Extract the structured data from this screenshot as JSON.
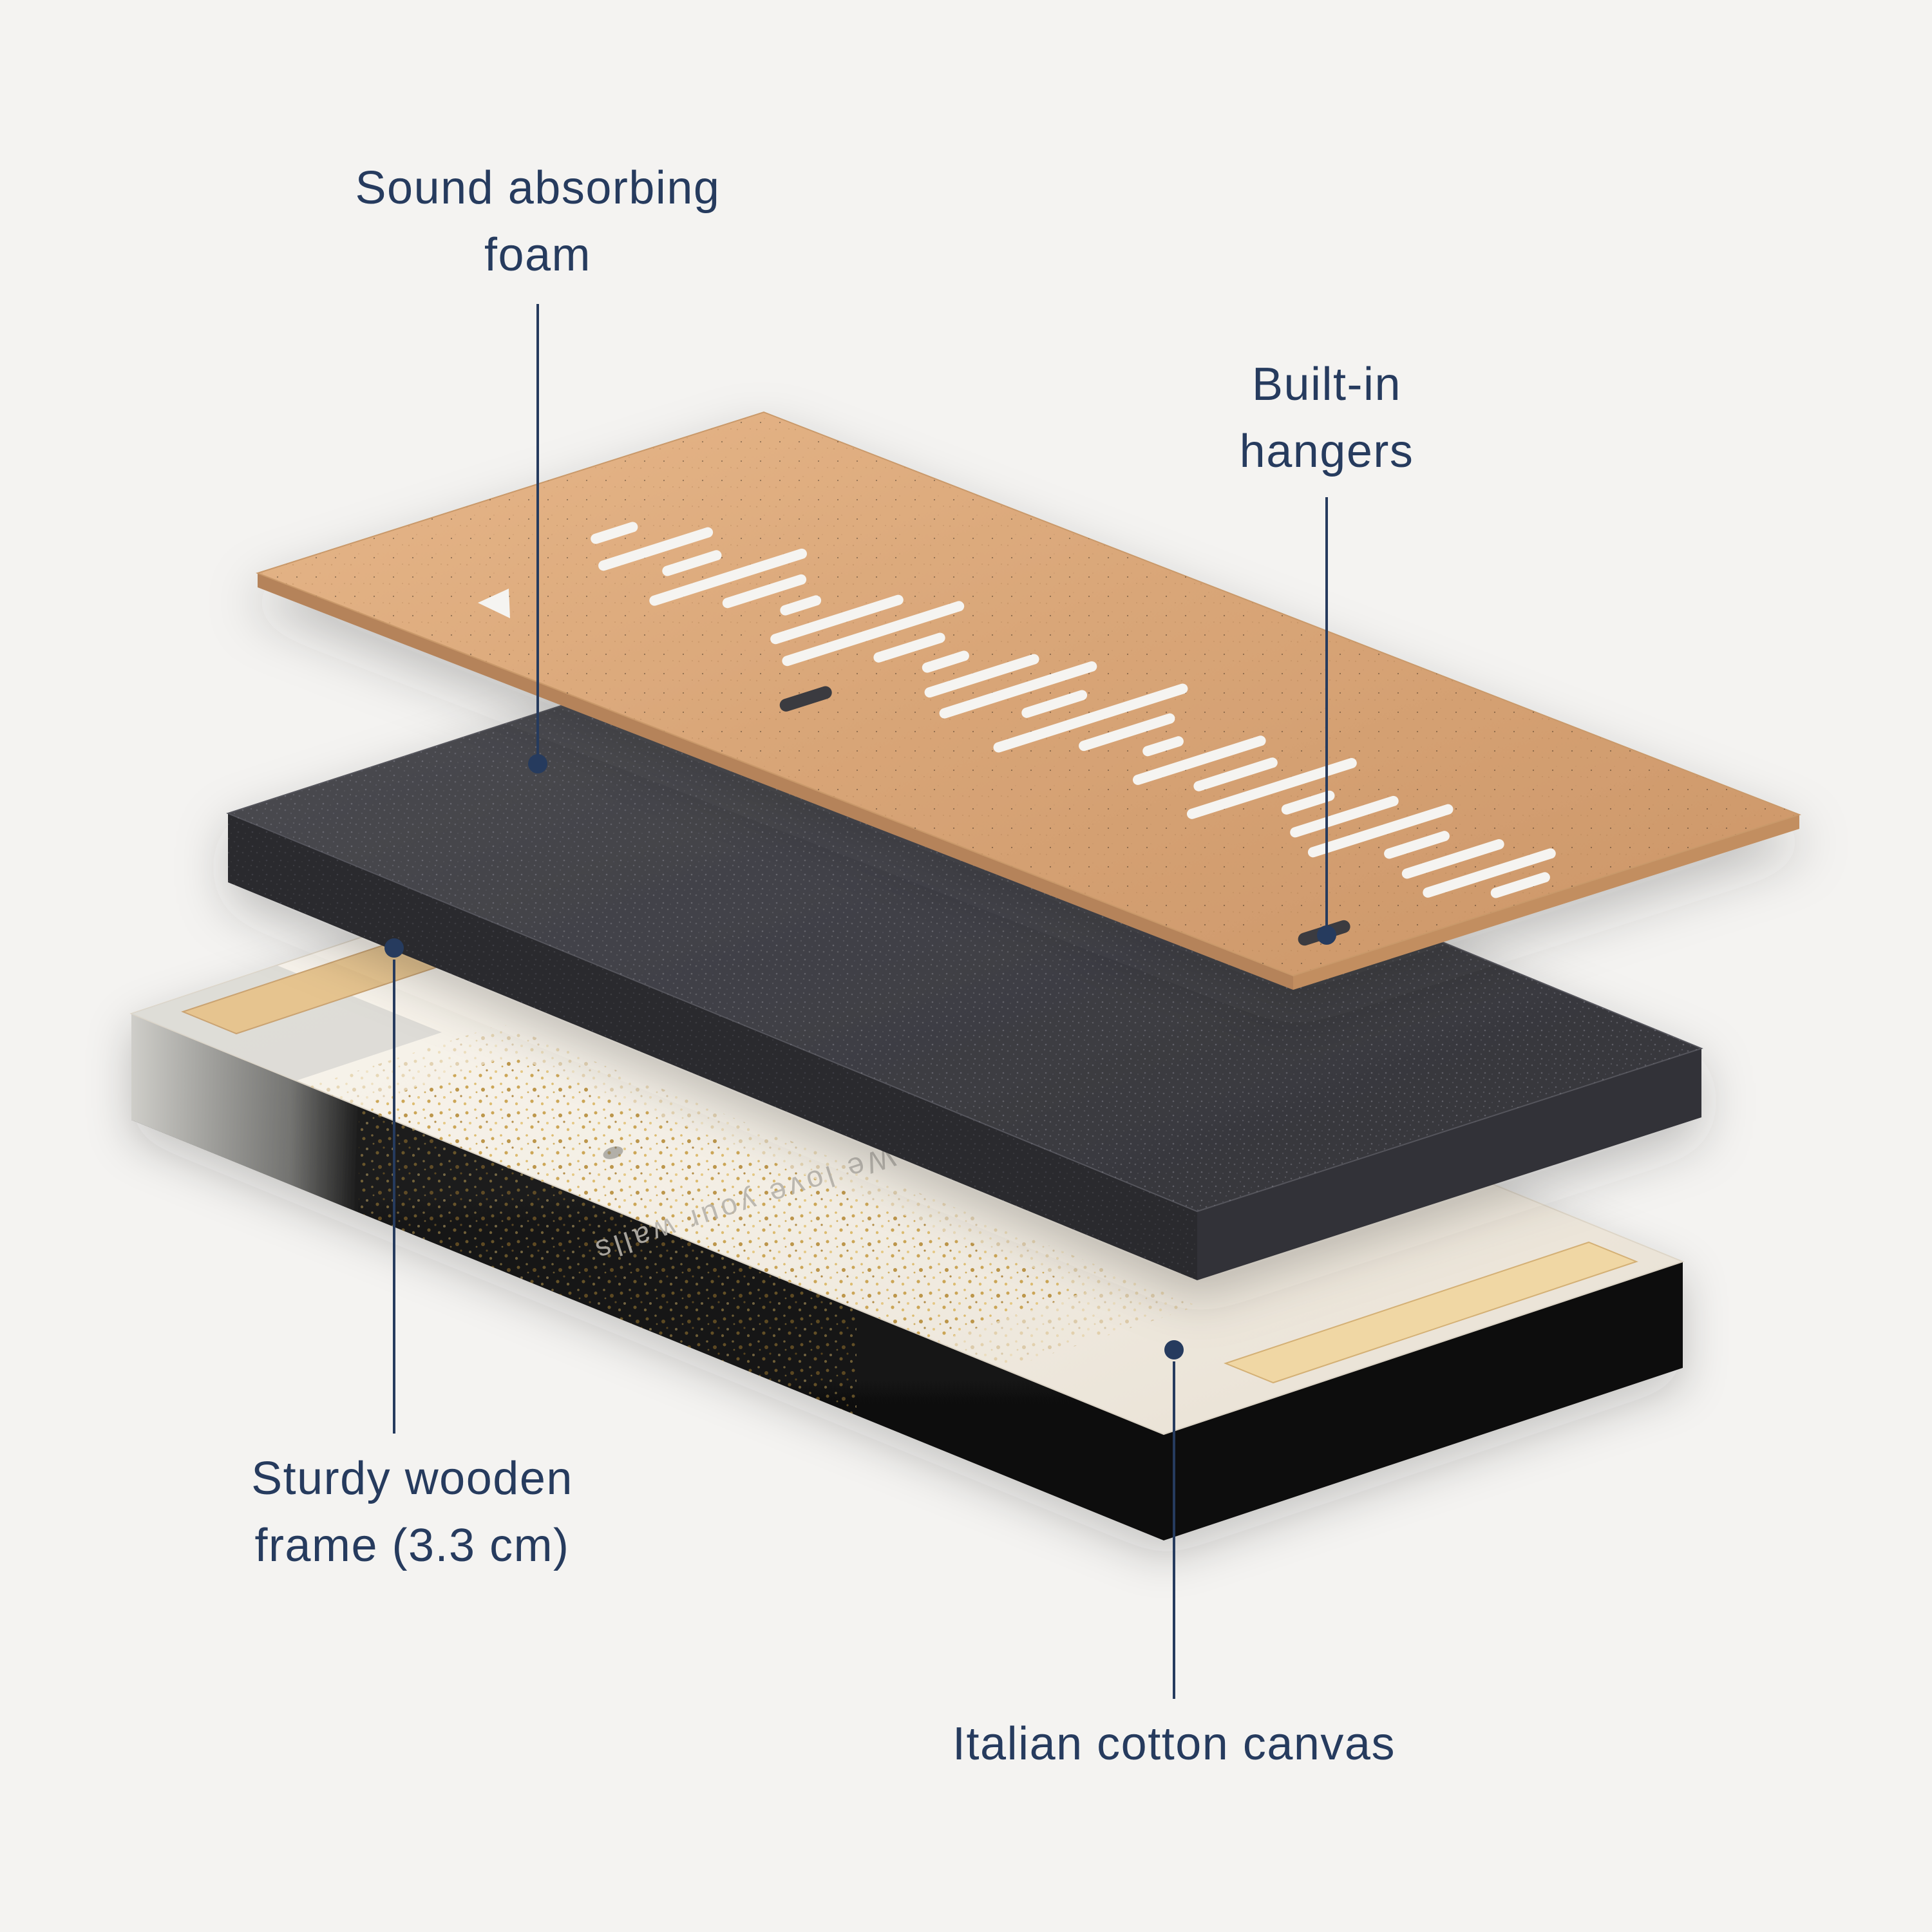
{
  "colors": {
    "background": "#f4f3f1",
    "accent": "#263b5e",
    "panel": "#d9a678",
    "foam": "#3f3f45",
    "canvas": "#f3eee4",
    "gold": "#c59a3f"
  },
  "callouts": {
    "foam": {
      "line1": "Sound absorbing",
      "line2": "foam"
    },
    "hangers": {
      "line1": "Built-in",
      "line2": "hangers"
    },
    "frame": {
      "line1": "Sturdy wooden",
      "line2": "frame (3.3 cm)"
    },
    "canvas": {
      "line1": "Italian cotton canvas"
    }
  },
  "canvas_watermark": "We love your walls",
  "soundwave": {
    "bars": [
      {
        "t": 0.1,
        "len": 60
      },
      {
        "t": 0.14,
        "len": 170
      },
      {
        "t": 0.175,
        "len": 80
      },
      {
        "t": 0.21,
        "len": 240
      },
      {
        "t": 0.245,
        "len": 120
      },
      {
        "t": 0.28,
        "len": 50
      },
      {
        "t": 0.315,
        "len": 200
      },
      {
        "t": 0.35,
        "len": 280
      },
      {
        "t": 0.385,
        "len": 100
      },
      {
        "t": 0.42,
        "len": 60
      },
      {
        "t": 0.455,
        "len": 170
      },
      {
        "t": 0.49,
        "len": 240
      },
      {
        "t": 0.525,
        "len": 90
      },
      {
        "t": 0.56,
        "len": 300
      },
      {
        "t": 0.595,
        "len": 140
      },
      {
        "t": 0.63,
        "len": 50
      },
      {
        "t": 0.665,
        "len": 200
      },
      {
        "t": 0.7,
        "len": 120
      },
      {
        "t": 0.735,
        "len": 260
      },
      {
        "t": 0.77,
        "len": 70
      },
      {
        "t": 0.805,
        "len": 160
      },
      {
        "t": 0.84,
        "len": 220
      },
      {
        "t": 0.875,
        "len": 90
      },
      {
        "t": 0.91,
        "len": 150
      },
      {
        "t": 0.945,
        "len": 200
      },
      {
        "t": 0.975,
        "len": 80
      }
    ],
    "hanger_slots": [
      {
        "t": 0.41,
        "s": -211,
        "len": 64
      },
      {
        "t": 0.955,
        "s": -286,
        "len": 64
      }
    ]
  }
}
